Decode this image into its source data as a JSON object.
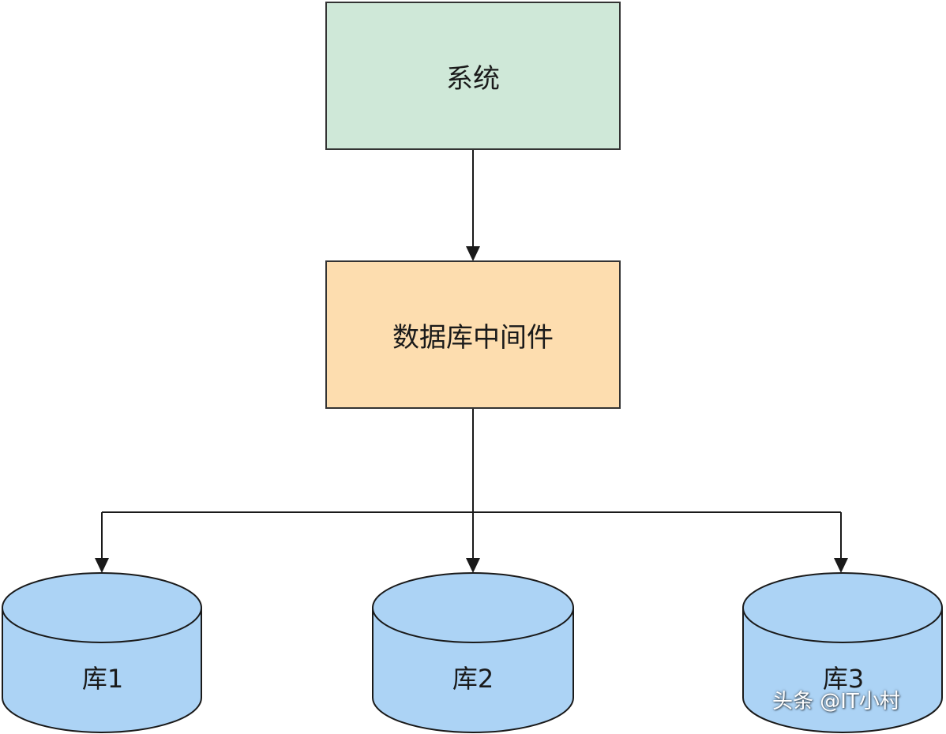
{
  "colors": {
    "system_fill": "#cfe8d8",
    "middleware_fill": "#fdddaf",
    "database_fill": "#acd3f5",
    "stroke": "#333333"
  },
  "nodes": {
    "system": {
      "label": "系统"
    },
    "middleware": {
      "label": "数据库中间件"
    },
    "databases": [
      {
        "label": "库1"
      },
      {
        "label": "库2"
      },
      {
        "label": "库3"
      }
    ]
  },
  "edges": [
    {
      "from": "系统",
      "to": "数据库中间件"
    },
    {
      "from": "数据库中间件",
      "to": "库1"
    },
    {
      "from": "数据库中间件",
      "to": "库2"
    },
    {
      "from": "数据库中间件",
      "to": "库3"
    }
  ],
  "watermark": {
    "text": "头条 @IT小村"
  }
}
